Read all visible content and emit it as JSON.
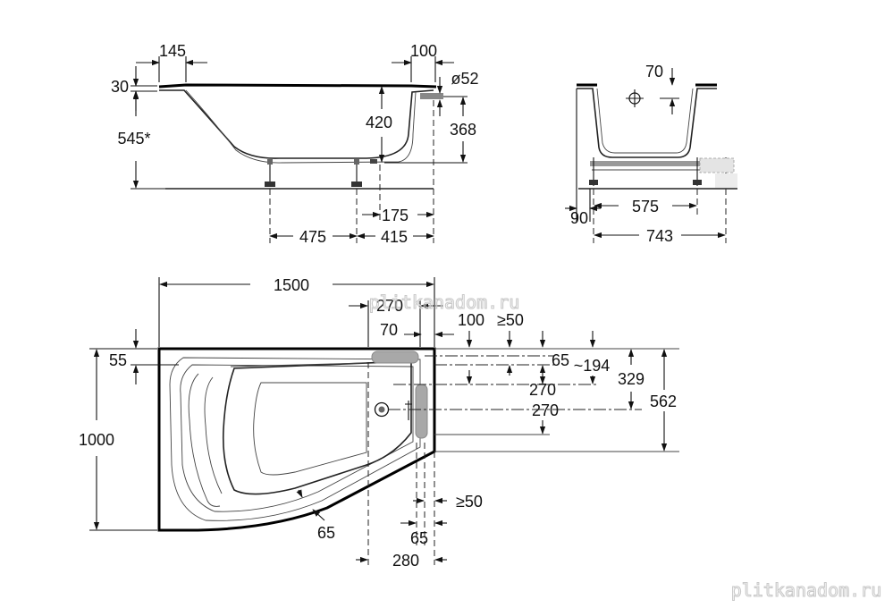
{
  "side_view": {
    "rim_left": "145",
    "rim_right": "100",
    "rim_thickness": "30",
    "overflow_diameter": "ø52",
    "height_total": "545*",
    "depth_inner": "420",
    "drain_height": "368",
    "leg_offset": "175",
    "leg_span_left": "475",
    "leg_span_right": "415"
  },
  "end_view": {
    "top_offset": "70",
    "leg_base": "90",
    "leg_span": "575",
    "width_total": "743"
  },
  "plan_view": {
    "length_total": "1500",
    "width_total": "1000",
    "rim_top": "55",
    "drain_zone_width": "270",
    "drain_zone_offset": "70",
    "edge_offset": "100",
    "clearance_top": "≥50",
    "edge_small": "65",
    "approx_offset": "~194",
    "offset_329": "329",
    "offset_562": "562",
    "drain_vertical": "270",
    "drain_horizontal": "270",
    "clearance_bottom": "≥50",
    "bottom_65": "65",
    "corner_65": "65",
    "bottom_280": "280"
  },
  "watermark": {
    "top": "plitkanadom.ru",
    "bottom": "plitkanadom.ru"
  }
}
